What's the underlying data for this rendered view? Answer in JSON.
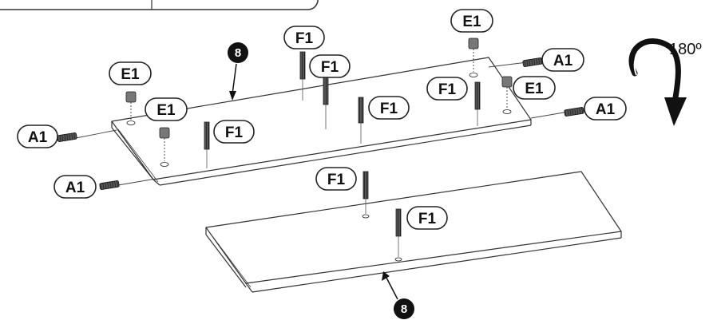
{
  "callouts": {
    "a1": "A1",
    "e1": "E1",
    "f1": "F1"
  },
  "part_number": "8",
  "rotation": "180º"
}
